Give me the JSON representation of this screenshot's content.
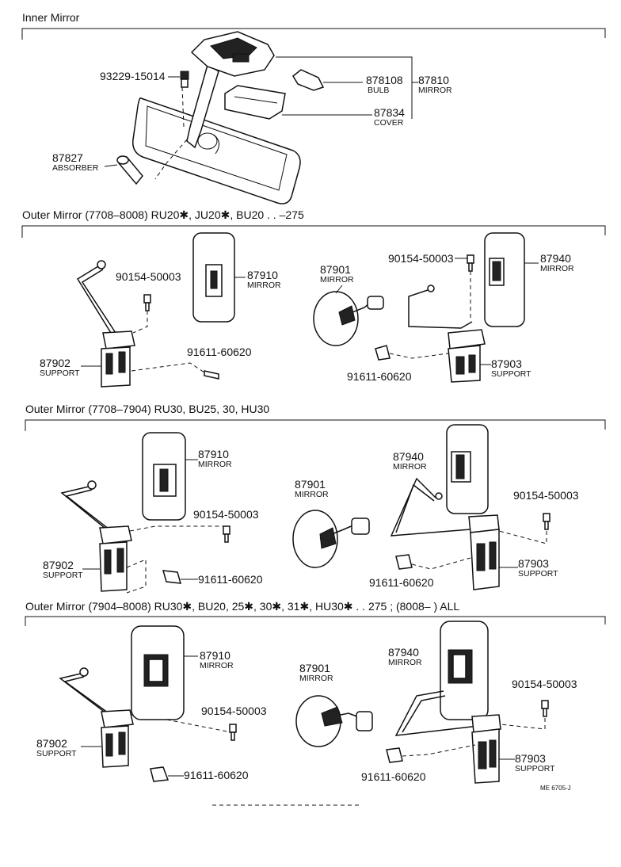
{
  "sections": [
    {
      "title": "Inner Mirror",
      "parts": [
        {
          "number": "93229-15014",
          "name": ""
        },
        {
          "number": "878108",
          "name": "BULB"
        },
        {
          "number": "87810",
          "name": "MIRROR"
        },
        {
          "number": "87834",
          "name": "COVER"
        },
        {
          "number": "87827",
          "name": "ABSORBER"
        }
      ]
    },
    {
      "title": "Outer Mirror (7708–8008) RU20✱, JU20✱, BU20 . . –275",
      "parts": [
        {
          "number": "90154-50003",
          "name": ""
        },
        {
          "number": "87910",
          "name": "MIRROR"
        },
        {
          "number": "87902",
          "name": "SUPPORT"
        },
        {
          "number": "91611-60620",
          "name": ""
        },
        {
          "number": "87901",
          "name": "MIRROR"
        },
        {
          "number": "90154-50003",
          "name": ""
        },
        {
          "number": "87940",
          "name": "MIRROR"
        },
        {
          "number": "87903",
          "name": "SUPPORT"
        },
        {
          "number": "91611-60620",
          "name": ""
        }
      ]
    },
    {
      "title": "Outer Mirror  (7708–7904) RU30, BU25, 30, HU30",
      "parts": [
        {
          "number": "87910",
          "name": "MIRROR"
        },
        {
          "number": "90154-50003",
          "name": ""
        },
        {
          "number": "87902",
          "name": "SUPPORT"
        },
        {
          "number": "91611-60620",
          "name": ""
        },
        {
          "number": "87901",
          "name": "MIRROR"
        },
        {
          "number": "87940",
          "name": "MIRROR"
        },
        {
          "number": "90154-50003",
          "name": ""
        },
        {
          "number": "87903",
          "name": "SUPPORT"
        },
        {
          "number": "91611-60620",
          "name": ""
        }
      ]
    },
    {
      "title": "Outer Mirror (7904–8008) RU30✱, BU20, 25✱, 30✱, 31✱, HU30✱ . . 275 ;  (8008–          ) ALL",
      "parts": [
        {
          "number": "87910",
          "name": "MIRROR"
        },
        {
          "number": "90154-50003",
          "name": ""
        },
        {
          "number": "87902",
          "name": "SUPPORT"
        },
        {
          "number": "91611-60620",
          "name": ""
        },
        {
          "number": "87901",
          "name": "MIRROR"
        },
        {
          "number": "87940",
          "name": "MIRROR"
        },
        {
          "number": "90154-50003",
          "name": ""
        },
        {
          "number": "87903",
          "name": "SUPPORT"
        },
        {
          "number": "91611-60620",
          "name": ""
        }
      ]
    }
  ],
  "drawing_code": "ME 6705-J"
}
